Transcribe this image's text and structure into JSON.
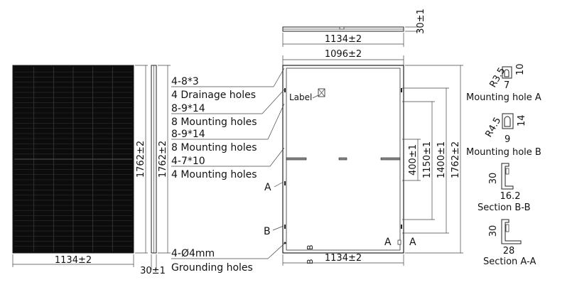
{
  "front_view": {
    "width_label": "1134±2",
    "height_label": "1762±2"
  },
  "side_view": {
    "height_label": "1762±2",
    "thickness_label": "30±1"
  },
  "top_view": {
    "width_label": "1134±2",
    "thickness_label": "30±1"
  },
  "back_view": {
    "frame_width_label": "1096±2",
    "bottom_width_label": "1134±2",
    "label_text": "Label",
    "markers": {
      "a": "A",
      "b": "B",
      "bl": "B",
      "br": "B"
    },
    "vertical_dims": [
      "400±1",
      "1150±1",
      "1400±1",
      "1762±2"
    ]
  },
  "callouts": [
    {
      "spec": "4-8*3",
      "desc": "4 Drainage holes"
    },
    {
      "spec": "8-9*14",
      "desc": "8 Mounting holes"
    },
    {
      "spec": "8-9*14",
      "desc": "8 Mounting holes"
    },
    {
      "spec": "4-7*10",
      "desc": "4 Mounting holes"
    },
    {
      "spec": "4-Ø4mm",
      "desc": "Grounding holes"
    }
  ],
  "details": {
    "hole_a": {
      "radius": "R3.5",
      "width": "7",
      "height": "10",
      "caption": "Mounting hole A"
    },
    "hole_b": {
      "radius": "R4.5",
      "width": "9",
      "height": "14",
      "caption": "Mounting hole B"
    },
    "section_bb": {
      "height": "30",
      "width": "16.2",
      "caption": "Section  B-B"
    },
    "section_aa": {
      "height": "30",
      "width": "28",
      "caption": "Section  A-A"
    }
  }
}
